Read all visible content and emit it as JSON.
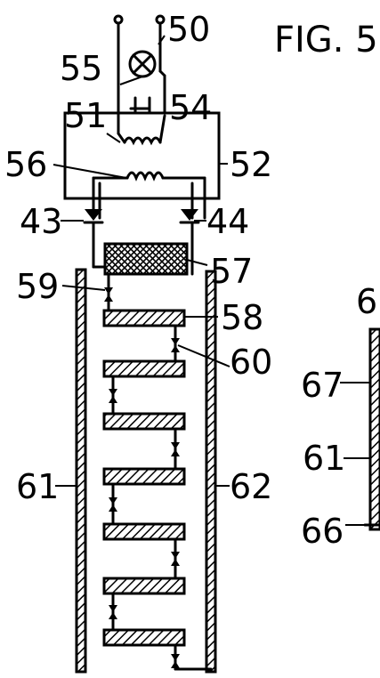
{
  "figure": {
    "title": "FIG. 5",
    "partial_title": "6"
  },
  "labels": {
    "l50": "50",
    "l55": "55",
    "l51": "51",
    "l54": "54",
    "l56": "56",
    "l52": "52",
    "l43": "43",
    "l44": "44",
    "l57": "57",
    "l59": "59",
    "l58": "58",
    "l60": "60",
    "l61": "61",
    "l62": "62",
    "l67": "67",
    "l61b": "61",
    "l66": "66"
  }
}
